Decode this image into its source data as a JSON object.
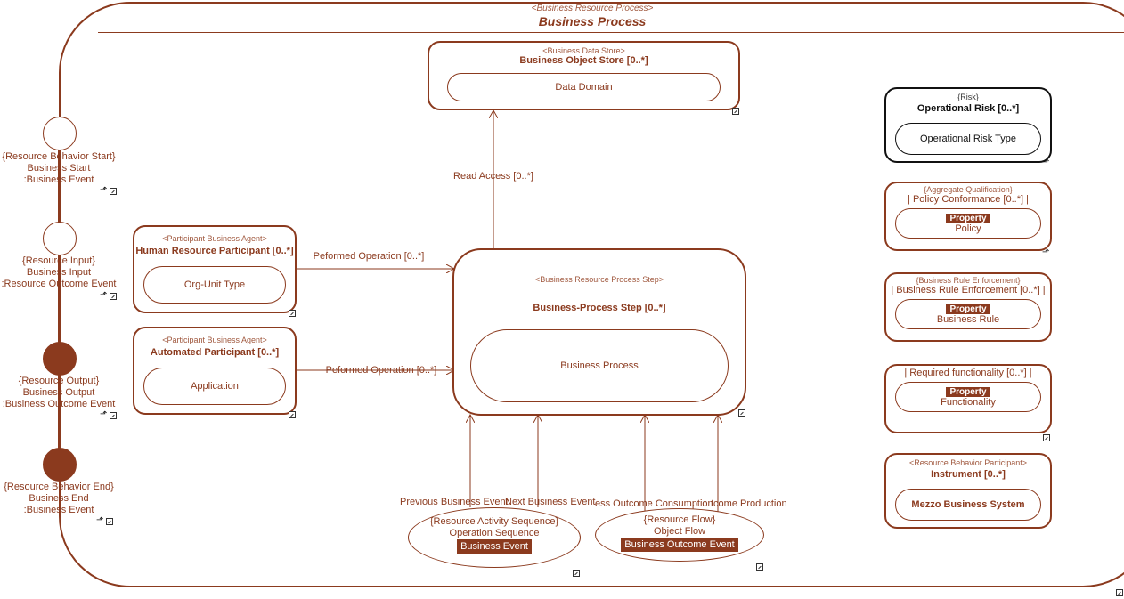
{
  "frame": {
    "stereotype": "<Business Resource Process>",
    "title": "Business Process"
  },
  "ports": [
    {
      "stereotype": "{Resource Behavior Start}",
      "name": "Business Start",
      "type": ":Business Event",
      "filled": false
    },
    {
      "stereotype": "{Resource Input}",
      "name": "Business Input",
      "type": ":Resource Outcome Event",
      "filled": false
    },
    {
      "stereotype": "{Resource Output}",
      "name": "Business Output",
      "type": ":Business Outcome Event",
      "filled": true
    },
    {
      "stereotype": "{Resource Behavior End}",
      "name": "Business End",
      "type": ":Business Event",
      "filled": true
    }
  ],
  "data_store": {
    "stereotype": "<Business Data Store>",
    "title": "Business Object Store [0..*]",
    "inner": "Data Domain"
  },
  "agents": [
    {
      "stereotype": "<Participant Business Agent>",
      "title": "Human Resource Participant [0..*]",
      "inner": "Org-Unit Type"
    },
    {
      "stereotype": "<Participant Business Agent>",
      "title": "Automated Participant [0..*]",
      "inner": "Application"
    }
  ],
  "step": {
    "stereotype": "<Business Resource Process Step>",
    "title": "Business-Process Step [0..*]",
    "inner": "Business Process"
  },
  "connectors": {
    "read_access": "Read Access [0..*]",
    "performed_op_1": "Peformed Operation [0..*]",
    "performed_op_2": "Peformed Operation [0..*]",
    "previous_event": "Previous Business Event",
    "next_event": "Next Business Event",
    "consumption": "ess Outcome Consumption",
    "production": "tcome Production"
  },
  "sequence": {
    "stereotype": "{Resource Activity Sequence}",
    "name": "Operation Sequence",
    "type": "Business Event"
  },
  "flow": {
    "stereotype": "{Resource Flow}",
    "name": "Object Flow",
    "type": "Business Outcome Event"
  },
  "right_panels": {
    "risk": {
      "stereotype": "{Risk}",
      "title": "Operational Risk [0..*]",
      "inner": "Operational Risk Type"
    },
    "policy": {
      "stereotype": "{Aggregate Qualification}",
      "title": "| Policy Conformance [0..*] |",
      "badge": "Property",
      "inner": "Policy"
    },
    "rule": {
      "stereotype": "{Business Rule Enforcement}",
      "title": "| Business Rule Enforcement [0..*] |",
      "badge": "Property",
      "inner": "Business Rule"
    },
    "functionality": {
      "title": "| Required functionality [0..*] |",
      "badge": "Property",
      "inner": "Functionality"
    },
    "instrument": {
      "stereotype": "<Resource Behavior Participant>",
      "title": "Instrument [0..*]",
      "inner": "Mezzo Business System"
    }
  },
  "colors": {
    "accent": "#8b3a1e",
    "risk_border": "#111111",
    "background": "#ffffff"
  }
}
